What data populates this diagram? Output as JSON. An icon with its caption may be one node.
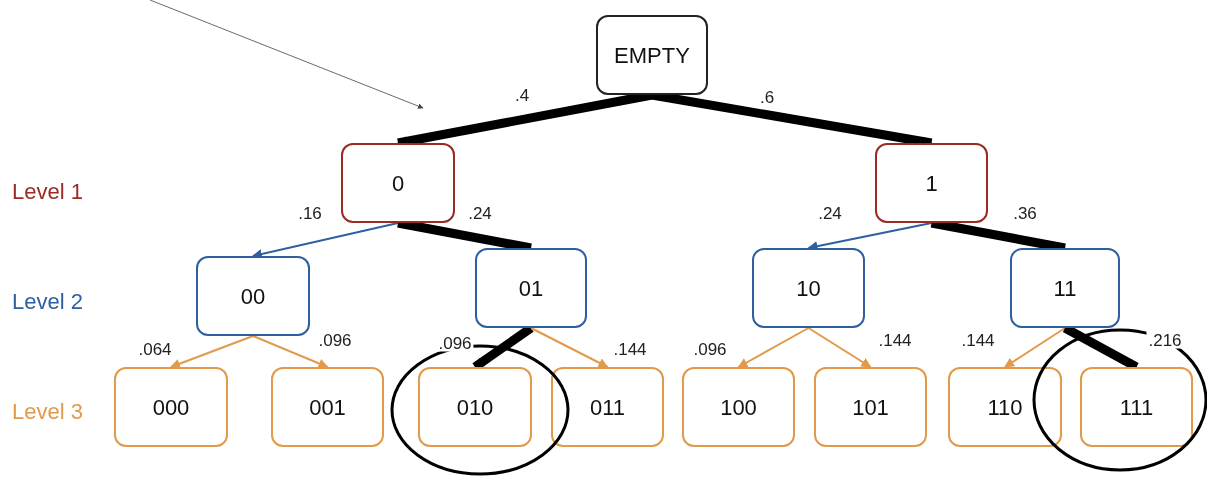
{
  "diagram": {
    "nodes": [
      {
        "text": [
          "EMPTY"
        ]
      },
      {
        "text": [
          "0"
        ]
      },
      {
        "text": [
          "1"
        ]
      },
      {
        "text": [
          "00"
        ]
      },
      {
        "text": [
          "01"
        ]
      },
      {
        "text": [
          "10"
        ]
      },
      {
        "text": [
          "11"
        ]
      },
      {
        "text": [
          "000"
        ]
      },
      {
        "text": [
          "001"
        ]
      },
      {
        "text": [
          "010"
        ]
      },
      {
        "text": [
          "011"
        ]
      },
      {
        "text": [
          "100"
        ]
      },
      {
        "text": [
          "101"
        ]
      },
      {
        "text": [
          "110"
        ]
      },
      {
        "text": [
          "111"
        ]
      }
    ],
    "edges": [
      {
        "from": 0,
        "to": 1,
        "arrow": "to",
        "label": ".4",
        "style": "thick",
        "color": "#000000"
      },
      {
        "from": 0,
        "to": 2,
        "arrow": "to",
        "label": ".6",
        "style": "thick",
        "color": "#000000"
      },
      {
        "from": 1,
        "to": 3,
        "arrow": "to",
        "label": ".16",
        "color": "#2e5f9e"
      },
      {
        "from": 1,
        "to": 4,
        "arrow": "to",
        "label": ".24",
        "style": "thick",
        "color": "#000000"
      },
      {
        "from": 2,
        "to": 5,
        "arrow": "to",
        "label": ".24",
        "color": "#2e5f9e"
      },
      {
        "from": 2,
        "to": 6,
        "arrow": "to",
        "label": ".36",
        "style": "thick",
        "color": "#000000"
      },
      {
        "from": 3,
        "to": 7,
        "arrow": "to",
        "label": ".064",
        "color": "#e09a4a"
      },
      {
        "from": 3,
        "to": 8,
        "arrow": "to",
        "label": ".096",
        "color": "#e09a4a"
      },
      {
        "from": 4,
        "to": 9,
        "arrow": "to",
        "label": ".096",
        "style": "thick",
        "color": "#000000"
      },
      {
        "from": 4,
        "to": 10,
        "arrow": "to",
        "label": ".144",
        "color": "#e09a4a"
      },
      {
        "from": 5,
        "to": 11,
        "arrow": "to",
        "label": ".096",
        "color": "#e09a4a"
      },
      {
        "from": 5,
        "to": 12,
        "arrow": "to",
        "label": ".144",
        "color": "#e09a4a"
      },
      {
        "from": 6,
        "to": 13,
        "arrow": "to",
        "label": ".144",
        "color": "#e09a4a"
      },
      {
        "from": 6,
        "to": 14,
        "arrow": "to",
        "label": ".216",
        "style": "thick",
        "color": "#000000"
      }
    ],
    "labels": [
      "Level 1",
      "Level 2",
      "Level 3"
    ]
  }
}
